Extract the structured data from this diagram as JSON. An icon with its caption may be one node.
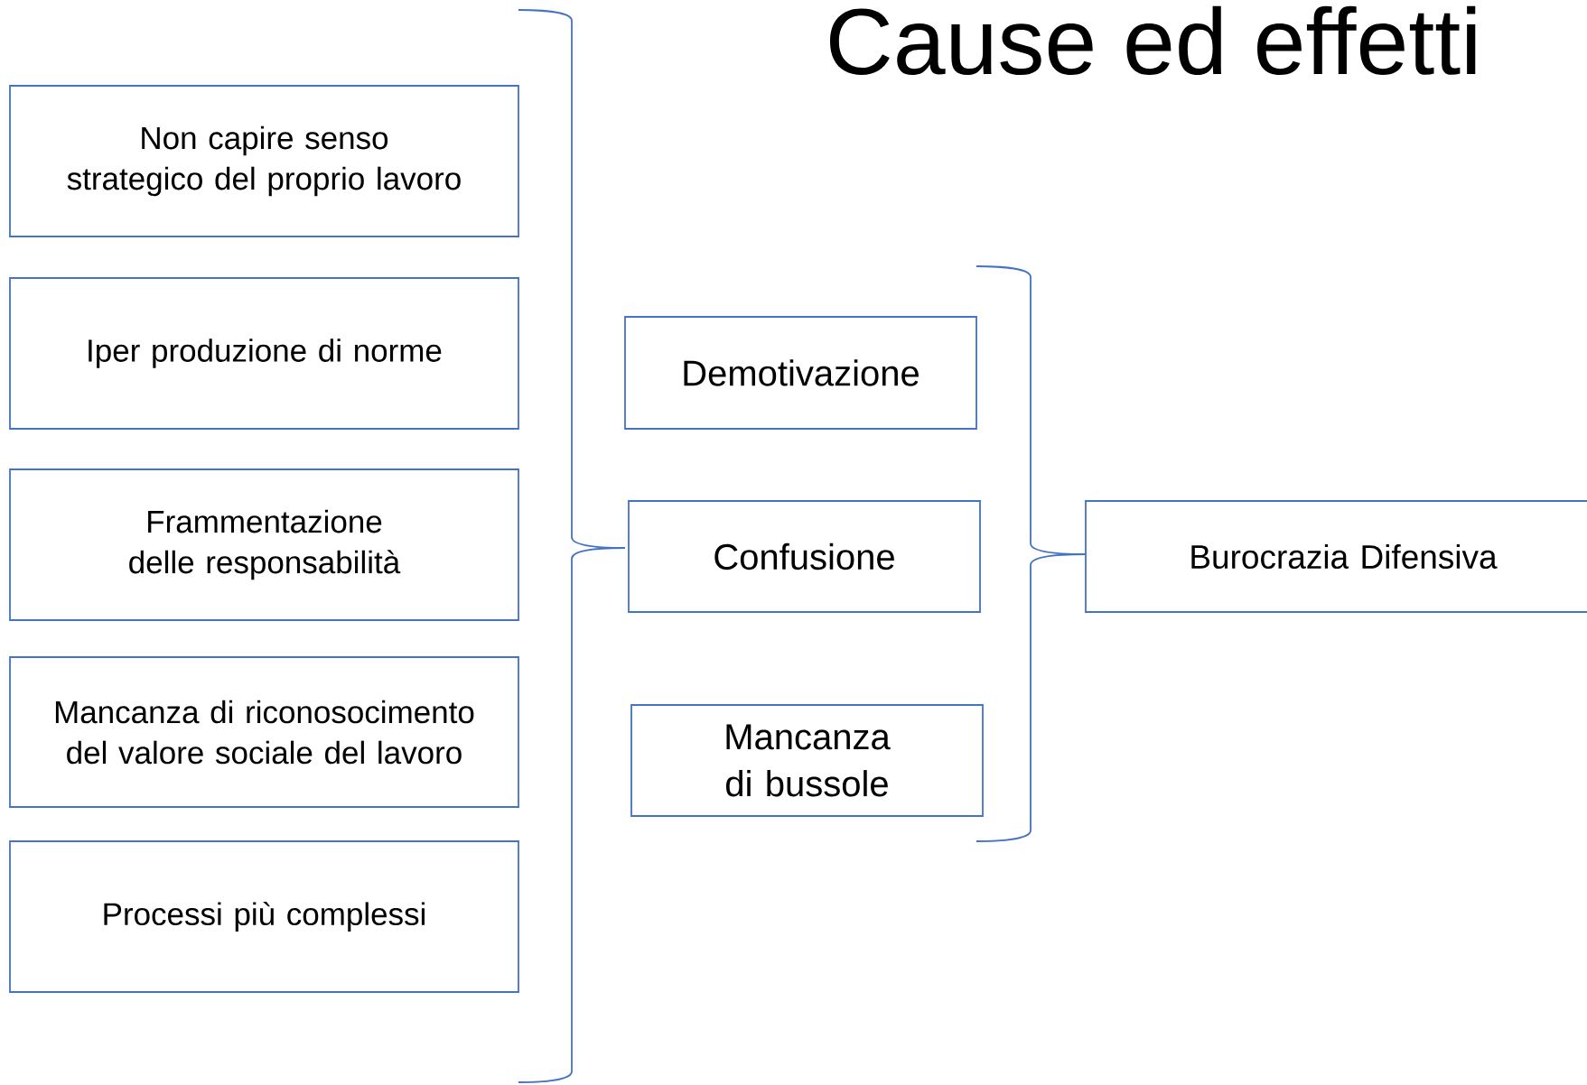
{
  "diagram": {
    "title": "Cause ed effetti",
    "nodes": [
      {
        "text": [
          "Non capire senso strategico del proprio lavoro"
        ]
      },
      {
        "text": [
          "Iper produzione di norme"
        ]
      },
      {
        "text": [
          "Frammentazione delle responsabilità"
        ]
      },
      {
        "text": [
          "Mancanza di riconosocimento del valore sociale del lavoro"
        ]
      },
      {
        "text": [
          "Processi più complessi"
        ]
      },
      {
        "text": [
          "Demotivazione"
        ]
      },
      {
        "text": [
          "Confusione"
        ]
      },
      {
        "text": [
          "Mancanza di bussole"
        ]
      },
      {
        "text": [
          "Burocrazia Difensiva"
        ]
      }
    ]
  }
}
